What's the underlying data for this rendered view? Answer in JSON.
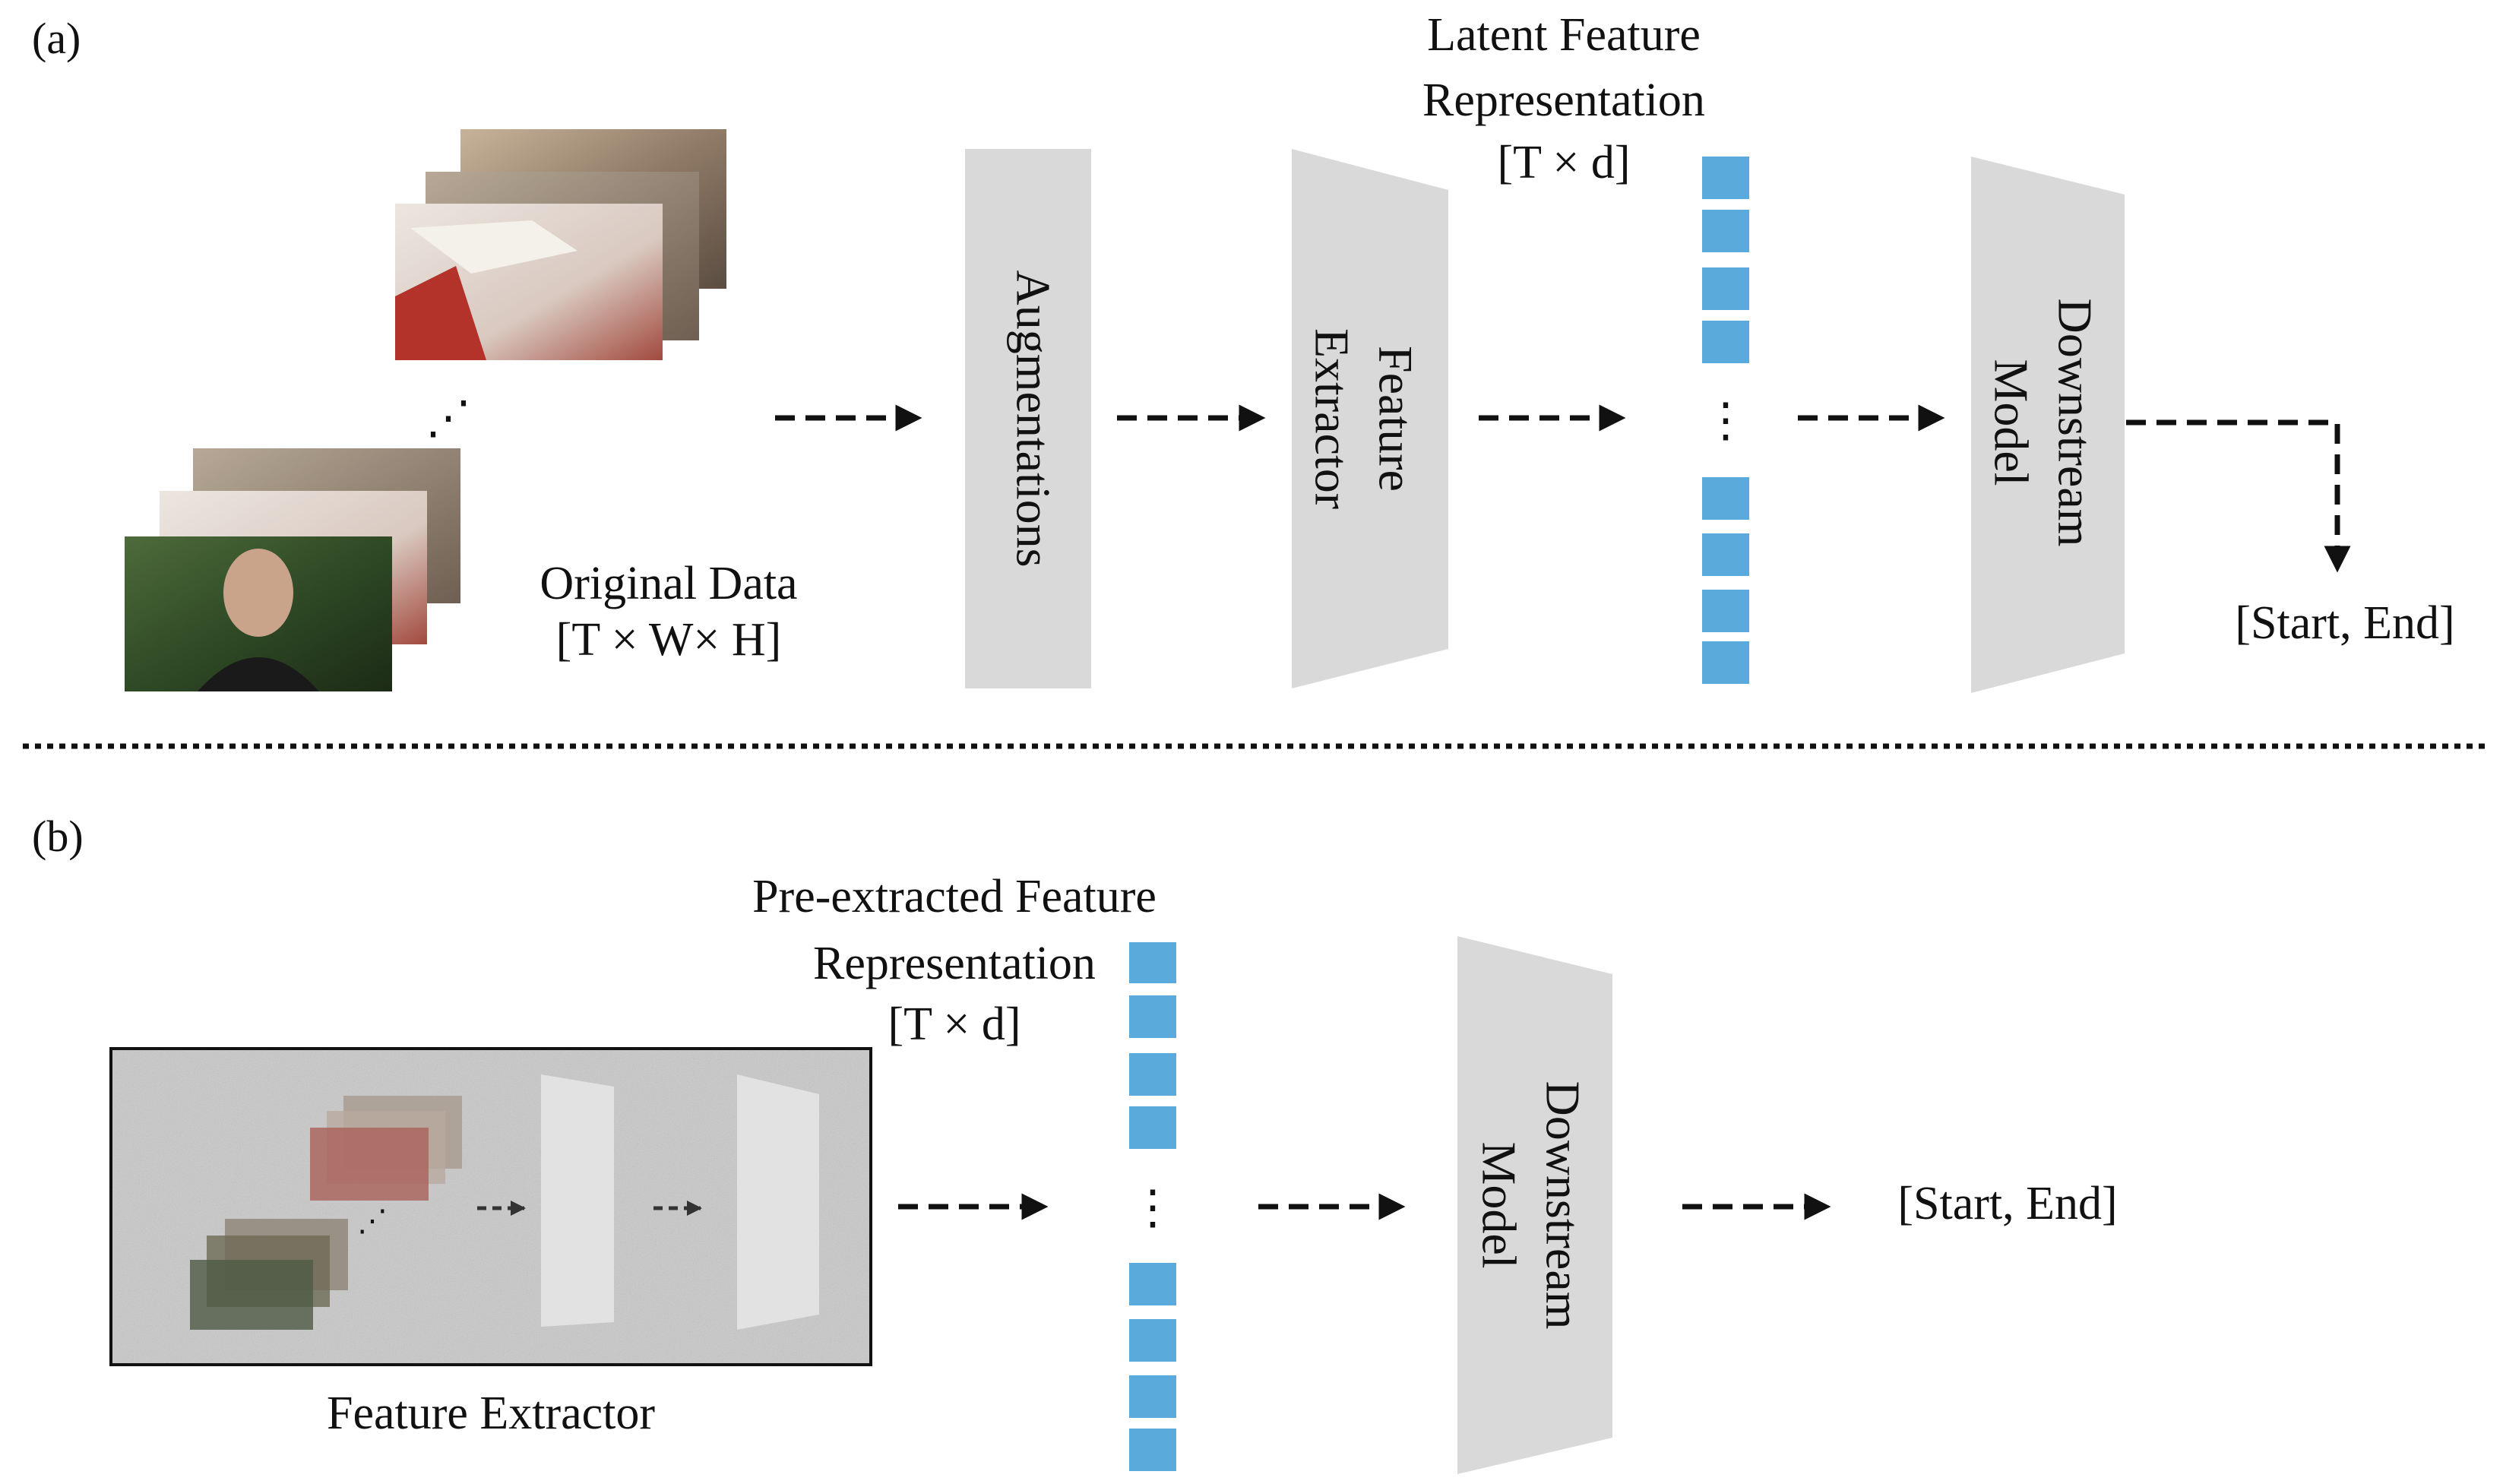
{
  "panel_a": {
    "label": "(a)",
    "original_data": {
      "line1": "Original Data",
      "line2": "[T × W× H]"
    },
    "ellipsis": "⋰",
    "augmentations": "Augmentations",
    "feature_extractor": {
      "line1": "Feature",
      "line2": "Extractor"
    },
    "latent_feature": {
      "line1": "Latent Feature",
      "line2": "Representation",
      "line3": "[T × d]"
    },
    "vector_ellipsis": "⋮",
    "downstream_model": {
      "line1": "Downstream",
      "line2": "Model"
    },
    "output": "[Start, End]"
  },
  "panel_b": {
    "label": "(b)",
    "pre_extracted": {
      "line1": "Pre-extracted Feature",
      "line2": "Representation",
      "line3": "[T × d]"
    },
    "feature_extractor_caption": "Feature Extractor",
    "ellipsis": "⋰",
    "vector_ellipsis": "⋮",
    "downstream_model": {
      "line1": "Downstream",
      "line2": "Model"
    },
    "output": "[Start, End]"
  },
  "colors": {
    "feature_cell": "#5aaadb",
    "block_gray": "#d9d9d9",
    "arrow": "#111111"
  }
}
